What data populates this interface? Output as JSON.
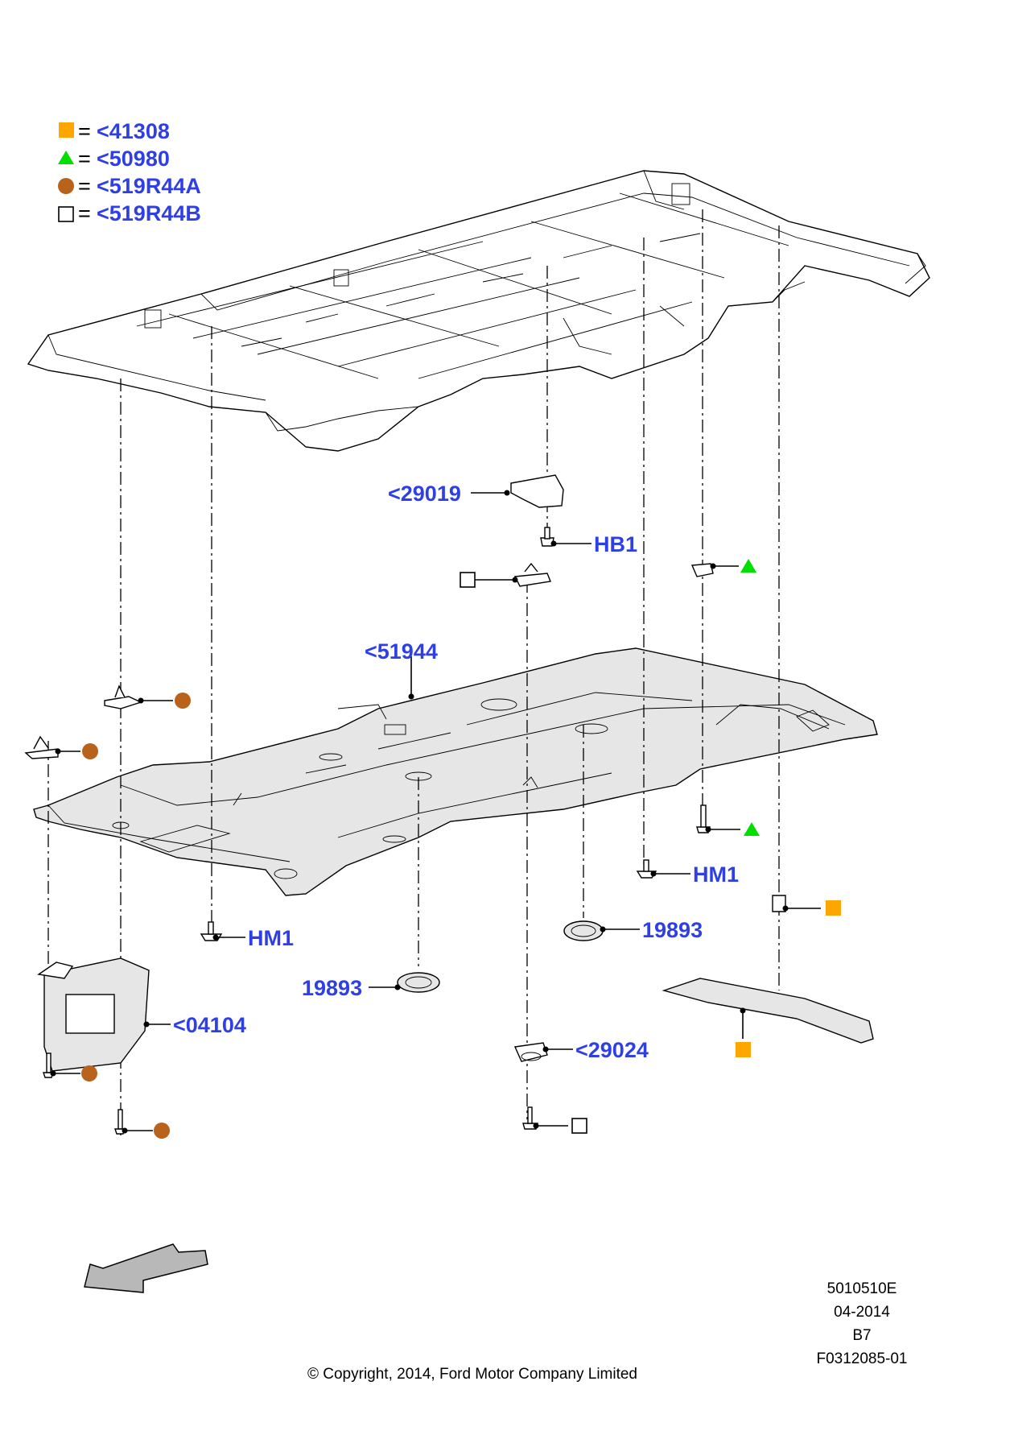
{
  "legend": [
    {
      "symbol": "square-orange",
      "color": "#ffa500",
      "eq": "=",
      "code": "<41308"
    },
    {
      "symbol": "triangle-green",
      "color": "#00e000",
      "eq": "=",
      "code": "<50980"
    },
    {
      "symbol": "circle-brown",
      "color": "#b8621b",
      "eq": "=",
      "code": "<519R44A"
    },
    {
      "symbol": "square-outline",
      "color": "#000000",
      "eq": "=",
      "code": "<519R44B"
    }
  ],
  "callouts": {
    "c29019": "<29019",
    "hb1": "HB1",
    "c51944": "<51944",
    "hm1_right": "HM1",
    "c19893_right": "19893",
    "hm1_left": "HM1",
    "c19893_left": "19893",
    "c04104": "<04104",
    "c29024": "<29024"
  },
  "footer": {
    "ref1": "5010510E",
    "date": "04-2014",
    "ref2": "B7",
    "ref3": "F0312085-01",
    "copyright": "© Copyright, 2014, Ford Motor Company Limited"
  }
}
